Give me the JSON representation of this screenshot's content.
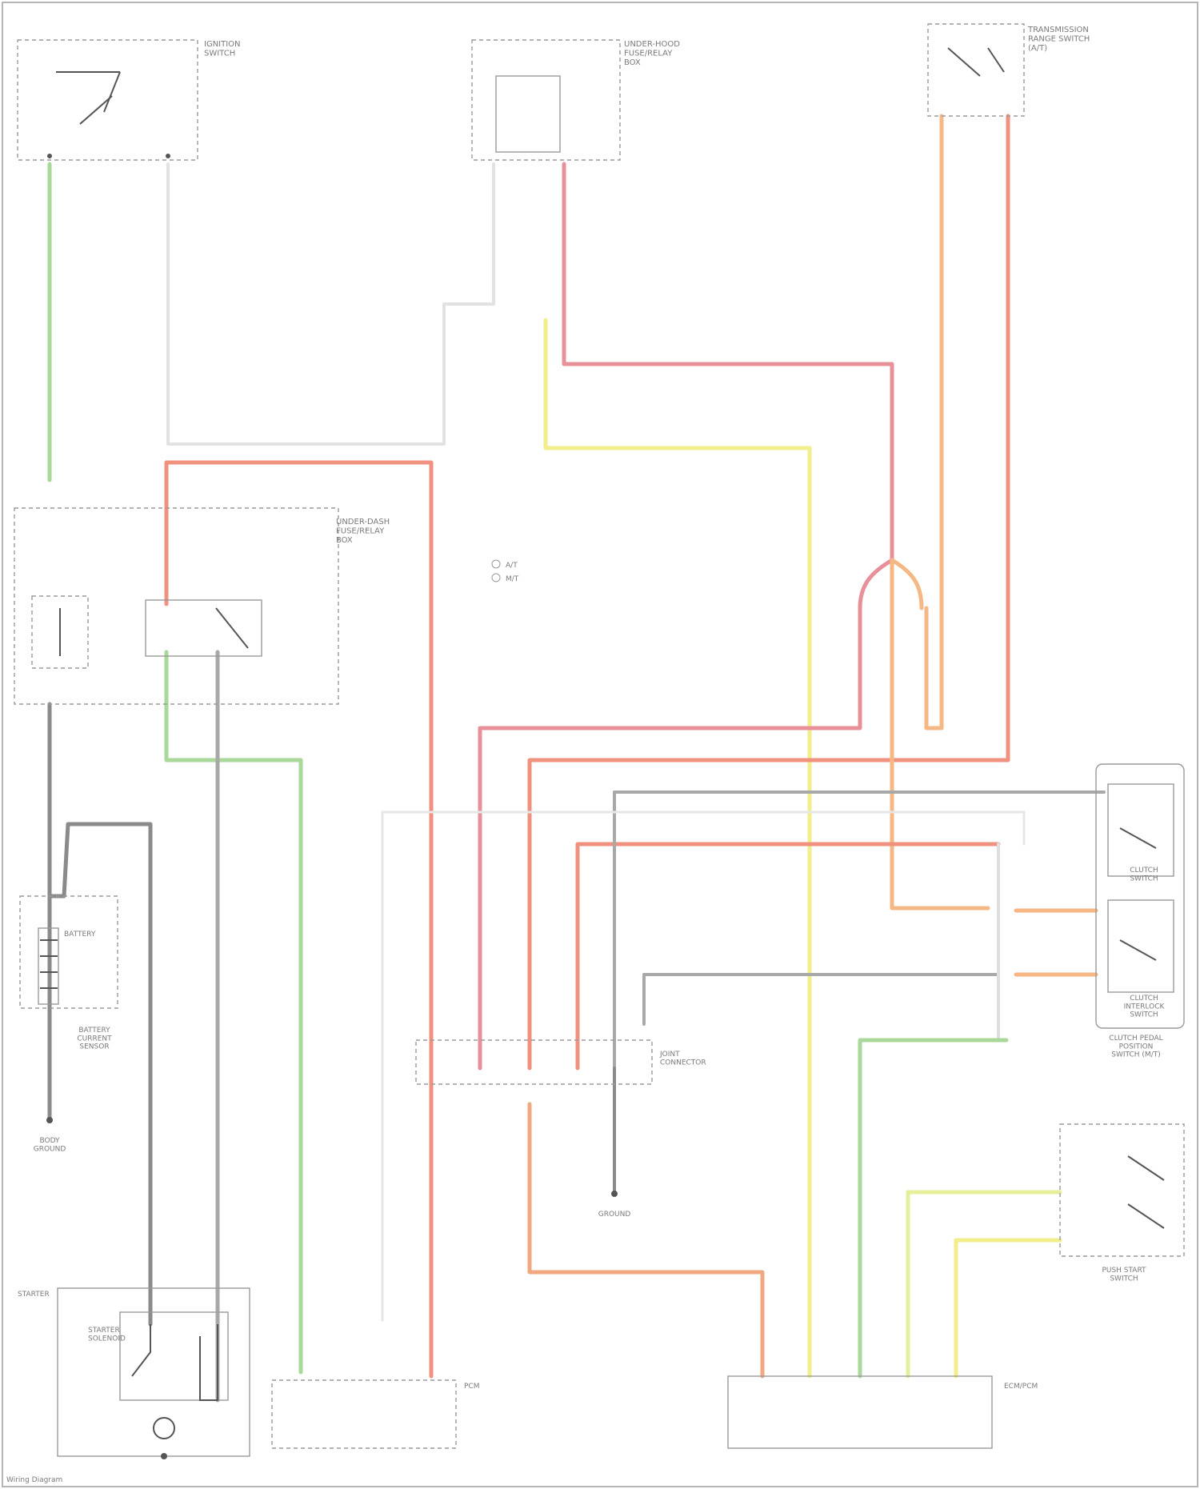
{
  "colors": {
    "wire_red": "#f0907e",
    "wire_pink": "#e8909a",
    "wire_green": "#a9d99a",
    "wire_yellow": "#f2ee8c",
    "wire_gray": "#a8a8a8",
    "wire_lightgray": "#dedede",
    "wire_orange": "#f5b884",
    "wire_darkgray": "#777777"
  },
  "icons": [
    "ground-icon",
    "fuse-icon",
    "switch-icon",
    "motor-icon",
    "relay-coil-icon",
    "connector-icon"
  ],
  "components": {
    "ignition_switch": "IGNITION\nSWITCH",
    "ignition_relay_panel": "UNDER-DASH\nFUSE/RELAY\nBOX",
    "transmission_range_switch": "TRANSMISSION\nRANGE SWITCH\n(A/T)",
    "under_hood_box": "UNDER-HOOD\nFUSE/RELAY\nBOX",
    "battery": "BATTERY",
    "battery_sensor": "BATTERY\nCURRENT\nSENSOR",
    "starter": "STARTER",
    "starter_solenoid": "STARTER\nSOLENOID",
    "body_ground": "BODY\nGROUND",
    "clutch_switch": "CLUTCH\nSWITCH",
    "interlock_switch": "CLUTCH\nINTERLOCK\nSWITCH",
    "clutch_assembly": "CLUTCH PEDAL\nPOSITION\nSWITCH (M/T)",
    "join_connector": "JOINT\nCONNECTOR",
    "ecm": "ECM/PCM",
    "ecm_pcm_lower": "PCM",
    "push_start": "PUSH START\nSWITCH",
    "ground_ecm": "GROUND"
  },
  "notes": {
    "legend_a": "A/T",
    "legend_b": "M/T",
    "footer": "Wiring Diagram"
  }
}
